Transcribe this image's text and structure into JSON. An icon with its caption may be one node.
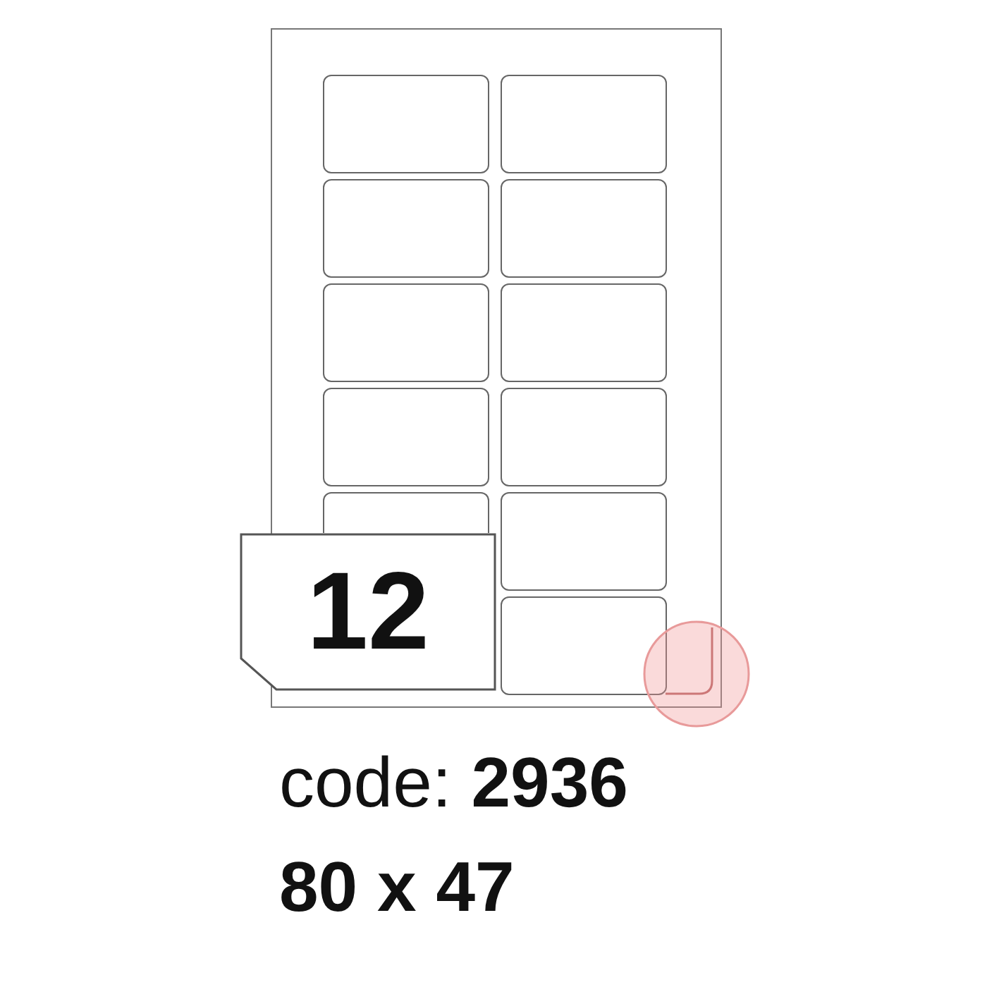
{
  "diagram": {
    "nodes": [
      {
        "text": [],
        "shape": "box"
      },
      {
        "text": [],
        "shape": "box",
        "in": 0
      },
      {
        "text": [],
        "shape": "box",
        "in": 0
      },
      {
        "text": [],
        "shape": "box",
        "in": 0
      },
      {
        "text": [],
        "shape": "box",
        "in": 0
      },
      {
        "text": [],
        "shape": "box",
        "in": 0
      },
      {
        "text": [],
        "shape": "box",
        "in": 0
      },
      {
        "text": [],
        "shape": "box",
        "in": 0
      },
      {
        "text": [],
        "shape": "box",
        "in": 0
      },
      {
        "text": [],
        "shape": "box",
        "in": 0
      },
      {
        "text": [],
        "shape": "box",
        "in": 0
      },
      {
        "text": [],
        "shape": "box",
        "in": 0
      },
      {
        "text": [
          "12"
        ]
      }
    ],
    "labels": [
      "code: **2936**",
      "80 x 47"
    ]
  }
}
